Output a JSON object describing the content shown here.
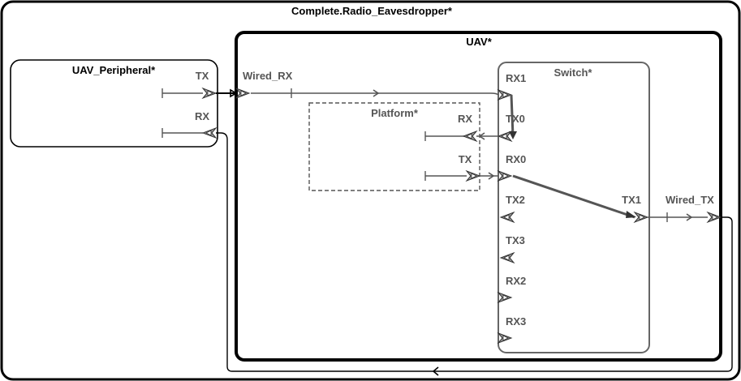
{
  "diagram": {
    "title": "Complete.Radio_Eavesdropper*",
    "uav_peripheral": {
      "title": "UAV_Peripheral*",
      "ports": {
        "tx": "TX",
        "rx": "RX"
      }
    },
    "uav": {
      "title": "UAV*",
      "wired_rx": "Wired_RX",
      "wired_tx": "Wired_TX"
    },
    "platform": {
      "title": "Platform*",
      "ports": {
        "rx": "RX",
        "tx": "TX"
      }
    },
    "switch": {
      "title": "Switch*",
      "ports": {
        "rx1": "RX1",
        "tx0": "TX0",
        "rx0": "RX0",
        "tx2": "TX2",
        "tx3": "TX3",
        "rx2": "RX2",
        "rx3": "RX3",
        "tx1": "TX1"
      }
    },
    "colors": {
      "outline": "#000000",
      "inner": "#555555",
      "port": "#666666"
    }
  }
}
